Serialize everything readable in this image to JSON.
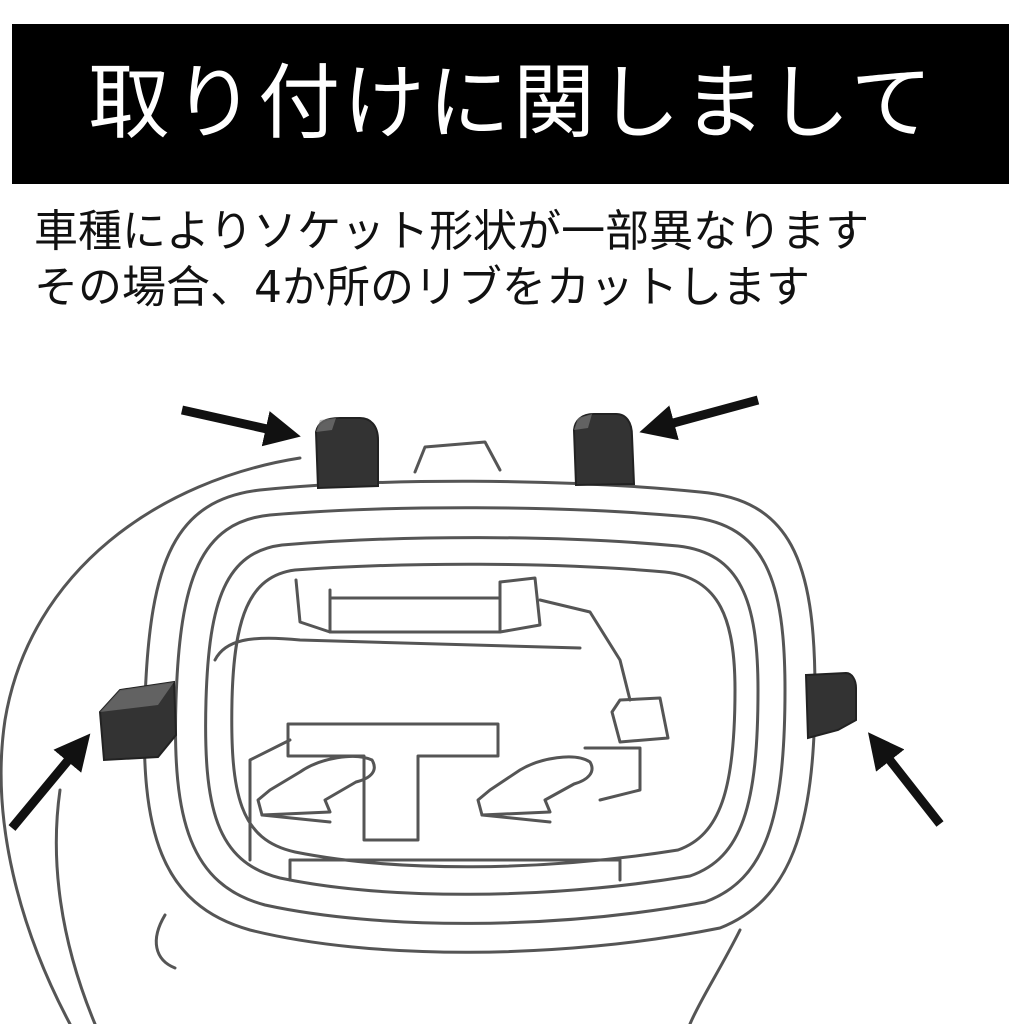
{
  "title": "取り付けに関しまして",
  "description": {
    "line1": "車種によりソケット形状が一部異なります",
    "line2": "その場合、4か所のリブをカットします"
  },
  "diagram": {
    "subject": "socket-connector",
    "highlighted_ribs": 4,
    "arrow_count": 4,
    "colors": {
      "outline": "#555555",
      "rib": "#333333",
      "arrow": "#111111",
      "title_bar": "#000000"
    }
  }
}
